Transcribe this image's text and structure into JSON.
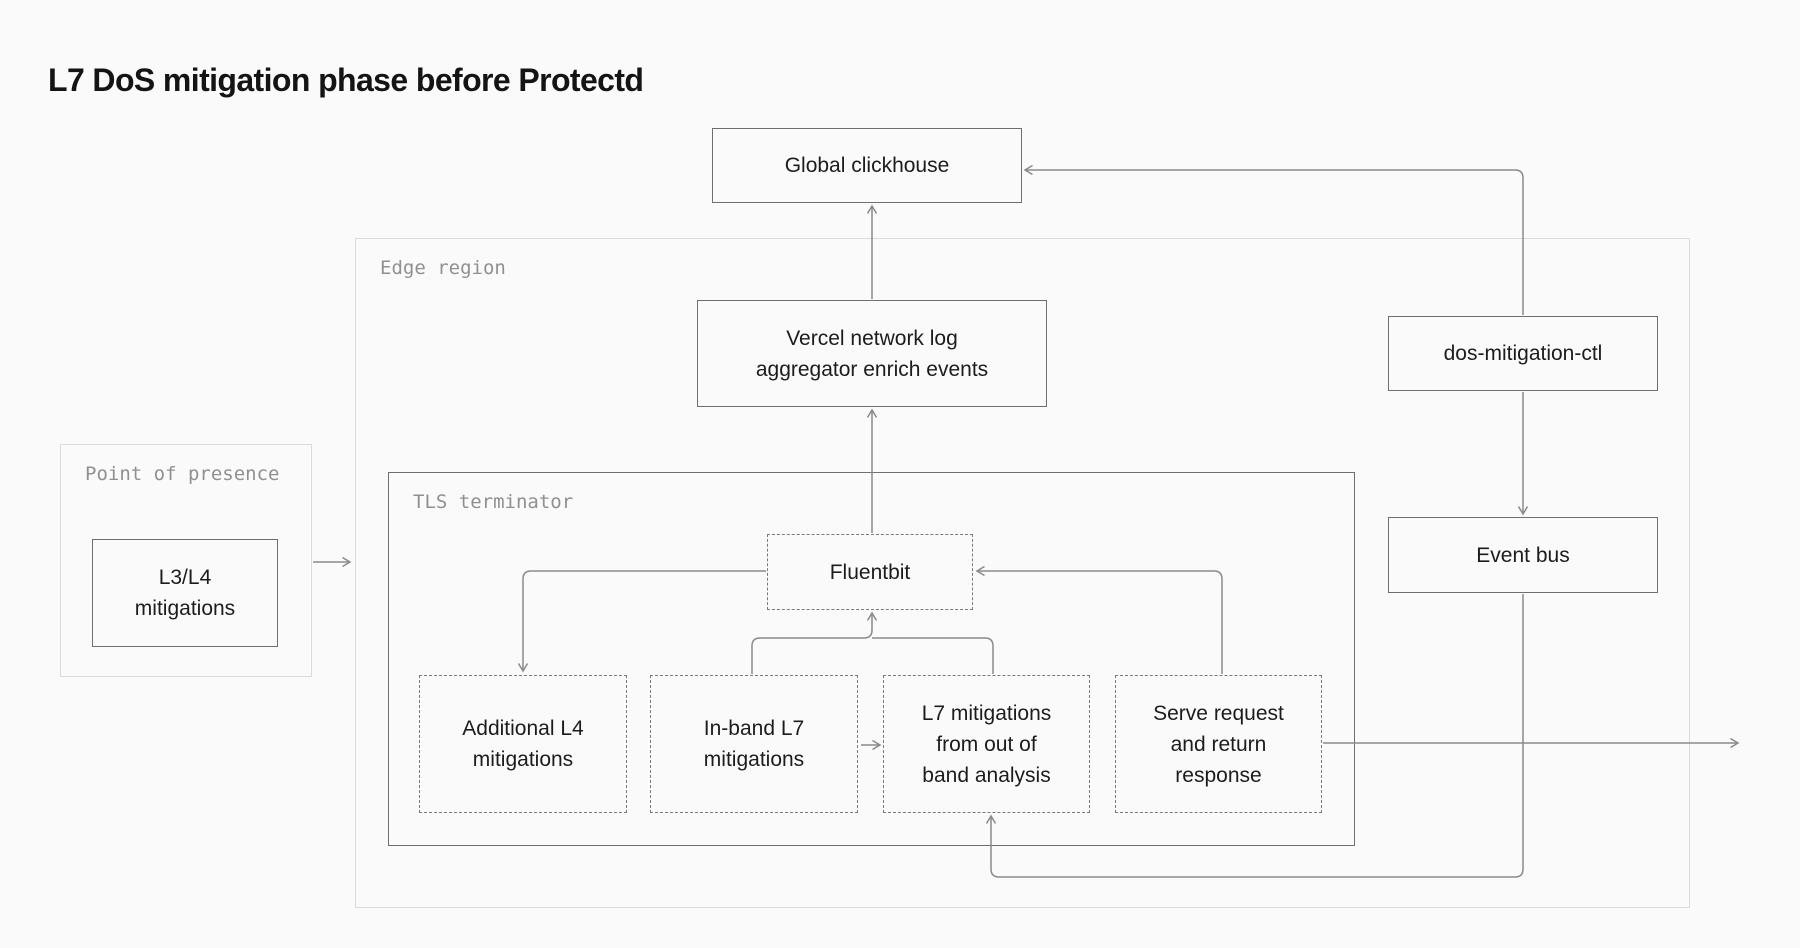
{
  "title": "L7 DoS mitigation phase before Protectd",
  "colors": {
    "background": "#fafafa",
    "container_border": "#dbdbdb",
    "box_border": "#6e6e6e",
    "dashed_border": "#7a7a7a",
    "line": "#8a8a8a",
    "node_text": "#1c1c1c",
    "label_text": "#909090",
    "title_text": "#141414"
  },
  "containers": {
    "edge_region": {
      "label": "Edge region"
    },
    "tls_terminator": {
      "label": "TLS terminator"
    },
    "point_of_presence": {
      "label": "Point of presence"
    }
  },
  "nodes": {
    "global_clickhouse": {
      "label": "Global clickhouse",
      "border": "solid"
    },
    "vercel_aggregator": {
      "label": "Vercel network log\naggregator enrich events",
      "border": "solid"
    },
    "dos_mitigation_ctl": {
      "label": "dos-mitigation-ctl",
      "border": "solid"
    },
    "event_bus": {
      "label": "Event bus",
      "border": "solid"
    },
    "l3_l4_mitigations": {
      "label": "L3/L4\nmitigations",
      "border": "solid"
    },
    "fluentbit": {
      "label": "Fluentbit",
      "border": "dashed"
    },
    "additional_l4_mitigations": {
      "label": "Additional L4\nmitigations",
      "border": "dashed"
    },
    "in_band_l7_mitigations": {
      "label": "In-band L7\nmitigations",
      "border": "dashed"
    },
    "l7_mitigations_out_of_band": {
      "label": "L7 mitigations\nfrom out of\nband analysis",
      "border": "dashed"
    },
    "serve_request": {
      "label": "Serve request\nand return\nresponse",
      "border": "dashed"
    }
  },
  "edges": [
    {
      "from": "fluentbit",
      "to": "vercel_aggregator"
    },
    {
      "from": "vercel_aggregator",
      "to": "global_clickhouse"
    },
    {
      "from": "dos_mitigation_ctl",
      "to": "global_clickhouse"
    },
    {
      "from": "dos_mitigation_ctl",
      "to": "event_bus"
    },
    {
      "from": "event_bus",
      "to": "l7_mitigations_out_of_band"
    },
    {
      "from": "in_band_l7_mitigations",
      "to": "fluentbit"
    },
    {
      "from": "l7_mitigations_out_of_band",
      "to": "fluentbit"
    },
    {
      "from": "fluentbit",
      "to": "additional_l4_mitigations"
    },
    {
      "from": "in_band_l7_mitigations",
      "to": "l7_mitigations_out_of_band"
    },
    {
      "from": "serve_request",
      "to": "fluentbit"
    },
    {
      "from": "serve_request",
      "to": "external_right"
    },
    {
      "from": "point_of_presence",
      "to": "edge_region"
    }
  ]
}
